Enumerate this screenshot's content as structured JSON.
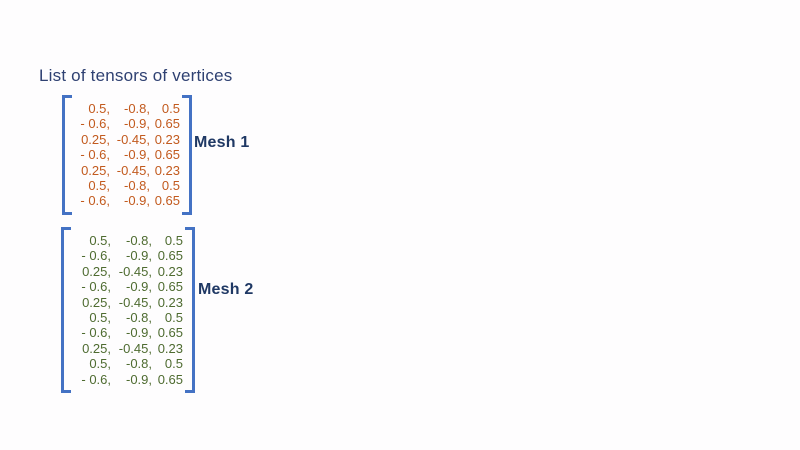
{
  "title": "List of tensors of vertices",
  "colors": {
    "background": "#fefdfe",
    "title_text": "#2F4172",
    "bracket": "#4472C4",
    "mesh_label": "#1F3864",
    "mesh1_values": "#C25A1E",
    "mesh2_values": "#4E6B30"
  },
  "meshes": [
    {
      "label": "Mesh 1",
      "value_color": "#C25A1E",
      "rows": [
        [
          "0.5,",
          "-0.8,",
          "0.5"
        ],
        [
          "- 0.6,",
          "-0.9,",
          "0.65"
        ],
        [
          "0.25,",
          "-0.45,",
          "0.23"
        ],
        [
          "- 0.6,",
          "-0.9,",
          "0.65"
        ],
        [
          "0.25,",
          "-0.45,",
          "0.23"
        ],
        [
          "0.5,",
          "-0.8,",
          "0.5"
        ],
        [
          "- 0.6,",
          "-0.9,",
          "0.65"
        ]
      ]
    },
    {
      "label": "Mesh 2",
      "value_color": "#4E6B30",
      "rows": [
        [
          "0.5,",
          "-0.8,",
          "0.5"
        ],
        [
          "- 0.6,",
          "-0.9,",
          "0.65"
        ],
        [
          "0.25,",
          "-0.45,",
          "0.23"
        ],
        [
          "- 0.6,",
          "-0.9,",
          "0.65"
        ],
        [
          "0.25,",
          "-0.45,",
          "0.23"
        ],
        [
          "0.5,",
          "-0.8,",
          "0.5"
        ],
        [
          "- 0.6,",
          "-0.9,",
          "0.65"
        ],
        [
          "0.25,",
          "-0.45,",
          "0.23"
        ],
        [
          "0.5,",
          "-0.8,",
          "0.5"
        ],
        [
          "- 0.6,",
          "-0.9,",
          "0.65"
        ]
      ]
    }
  ]
}
